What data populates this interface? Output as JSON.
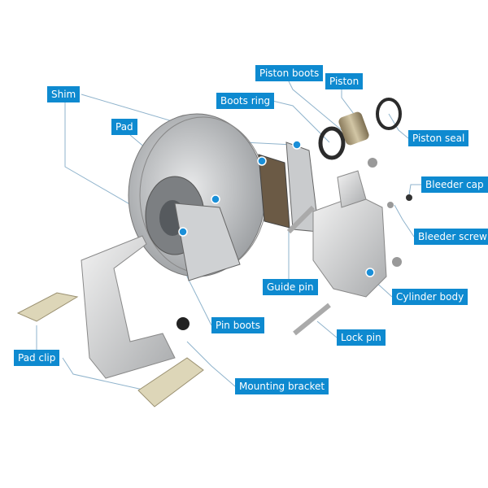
{
  "colors": {
    "label_bg": "#0e8ad0",
    "label_text": "#ffffff",
    "leader": "#8fb3cc",
    "dot": "#1a8fd8"
  },
  "labels": {
    "piston_boots": "Piston boots",
    "piston": "Piston",
    "boots_ring": "Boots ring",
    "shim": "Shim",
    "pad": "Pad",
    "piston_seal": "Piston seal",
    "bleeder_cap": "Bleeder cap",
    "bleeder_screw": "Bleeder screw",
    "guide_pin": "Guide pin",
    "cylinder_body": "Cylinder body",
    "pin_boots": "Pin boots",
    "lock_pin": "Lock pin",
    "pad_clip": "Pad clip",
    "mounting_bracket": "Mounting bracket"
  }
}
